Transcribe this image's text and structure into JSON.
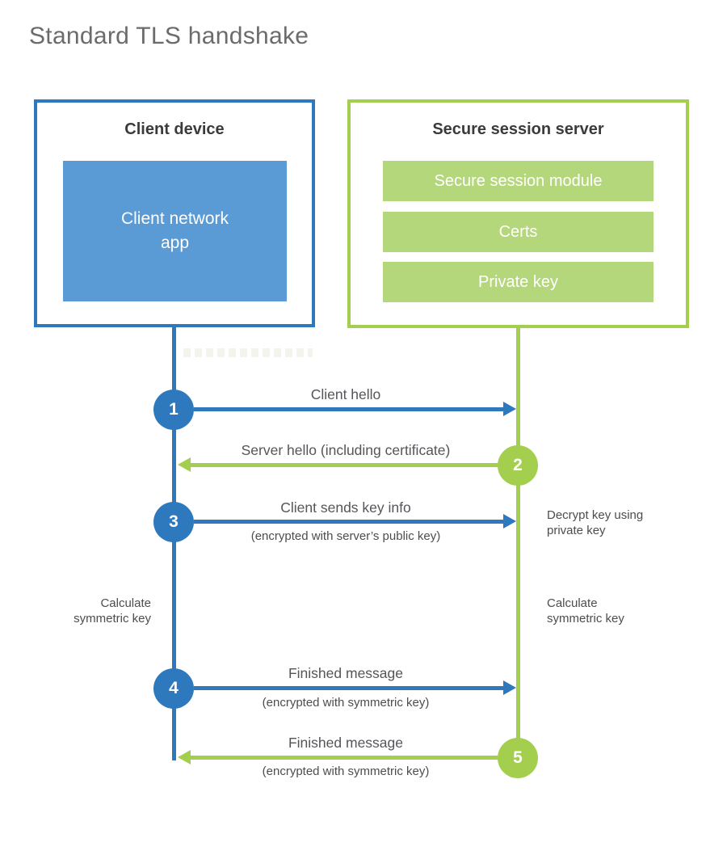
{
  "title": "Standard TLS handshake",
  "client": {
    "title": "Client device",
    "app_lines": [
      "Client network",
      "app"
    ]
  },
  "server": {
    "title": "Secure session server",
    "modules": [
      "Secure session module",
      "Certs",
      "Private key"
    ]
  },
  "steps": [
    {
      "num": "1",
      "direction": "client-to-server",
      "label": "Client hello",
      "sublabel": ""
    },
    {
      "num": "2",
      "direction": "server-to-client",
      "label": "Server hello (including certificate)",
      "sublabel": ""
    },
    {
      "num": "3",
      "direction": "client-to-server",
      "label": "Client sends key info",
      "sublabel": "(encrypted with server’s public key)"
    },
    {
      "num": "4",
      "direction": "client-to-server",
      "label": "Finished message",
      "sublabel": "(encrypted with symmetric key)"
    },
    {
      "num": "5",
      "direction": "server-to-client",
      "label": "Finished message",
      "sublabel": "(encrypted with symmetric key)"
    }
  ],
  "side_notes": {
    "decrypt_lines": [
      "Decrypt key using",
      "private key"
    ],
    "calc_left_lines": [
      "Calculate",
      "symmetric key"
    ],
    "calc_right_lines": [
      "Calculate",
      "symmetric key"
    ]
  },
  "colors": {
    "blue": "#2e78bd",
    "blue_fill": "#5b9bd5",
    "green": "#a4ce4d",
    "green_fill": "#b5d77c"
  }
}
